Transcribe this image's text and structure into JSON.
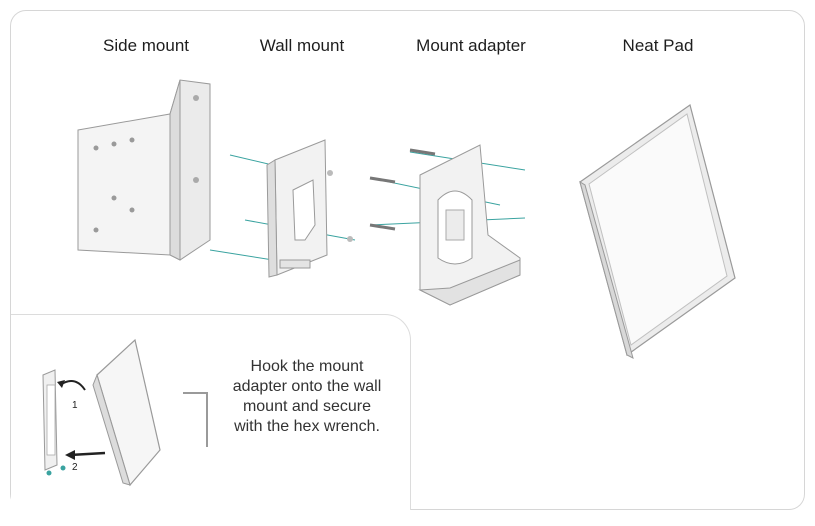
{
  "labels": {
    "side_mount": "Side mount",
    "wall_mount": "Wall mount",
    "mount_adapter": "Mount adapter",
    "neat_pad": "Neat Pad"
  },
  "inset": {
    "instruction": "Hook the mount adapter onto the wall mount and secure with the hex wrench.",
    "step1": "1",
    "step2": "2"
  },
  "colors": {
    "line": "#3aa3a0",
    "part_fill": "#f2f2f2",
    "part_stroke": "#9a9a9a"
  }
}
